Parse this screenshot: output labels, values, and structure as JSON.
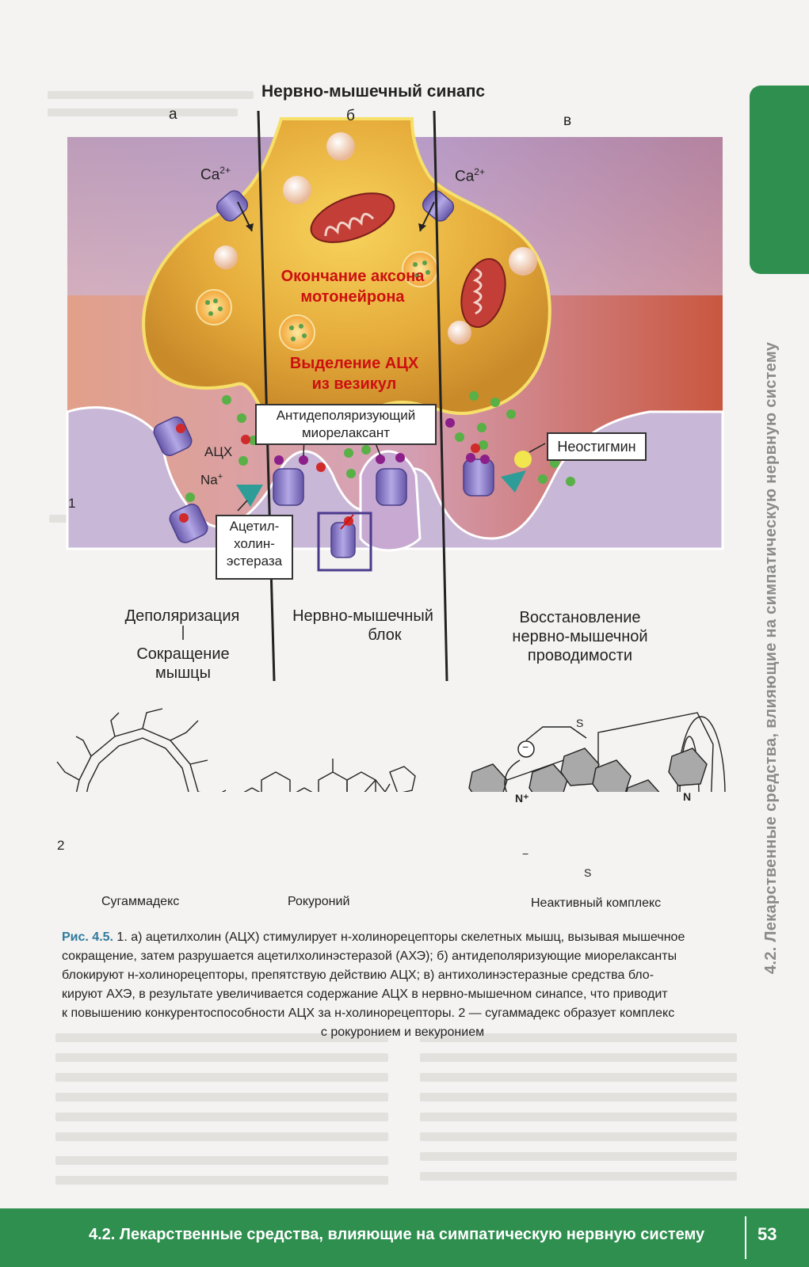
{
  "figure": {
    "title": "Нервно-мышечный синапс",
    "panel_a": "а",
    "panel_b": "б",
    "panel_c": "в",
    "ca_left": "Ca",
    "ca_right": "Ca",
    "ca_charge": "2+",
    "axon_label_1": "Окончание аксона",
    "axon_label_2": "мотонейрона",
    "release_label_1": "Выделение АЦХ",
    "release_label_2": "из везикул",
    "antidepol_1": "Антидеполяризующий",
    "antidepol_2": "миорелаксант",
    "neostigmine": "Неостигмин",
    "ach": "АЦХ",
    "na": "Na",
    "na_charge": "+",
    "ache_1": "Ацетил-",
    "ache_2": "холин-",
    "ache_3": "эстераза",
    "num_1": "1",
    "num_2": "2",
    "depol": "Деполяризация",
    "arrow_down": "↓",
    "contraction_1": "Сокращение",
    "contraction_2": "мышцы",
    "block_1": "Нервно-мышечный",
    "block_2": "блок",
    "restore_1": "Восстановление",
    "restore_2": "нервно-мышечной",
    "restore_3": "проводимости",
    "sugammadex": "Сугаммадекс",
    "rocuronium": "Рокуроний",
    "inactive": "Неактивный комплекс",
    "atom_n": "N",
    "atom_n_plus": "N⁺",
    "atom_s": "S",
    "minus": "−"
  },
  "caption": {
    "ref": "Рис. 4.5.",
    "line1": " 1. а) ацетилхолин (АЦХ) стимулирует н-холинорецепторы скелетных мышц, вызывая мышечное",
    "line2": "сокращение, затем разрушается ацетилхолинэстеразой (АХЭ); б) антидеполяризующие миорелаксанты",
    "line3": "блокируют н-холинорецепторы, препятствую действию АЦХ; в) антихолинэстеразные средства бло-",
    "line4": "кируют АХЭ, в результате увеличивается содержание АЦХ в нервно-мышечном синапсе, что приводит",
    "line5": "к повышению конкурентоспособности АЦХ за н-холинорецепторы. 2 — сугаммадекс образует комплекс",
    "line6": "с рокуронием и векуронием"
  },
  "side_text": "4.2. Лекарственные средства, влияющие на симпатическую нервную систему",
  "footer": {
    "title": "4.2. Лекарственные средства, влияющие на симпатическую нервную систему",
    "page": "53"
  },
  "colors": {
    "brand_green": "#2e8f4f",
    "caption_ref": "#2e7a9c",
    "label_red": "#cc1010"
  }
}
